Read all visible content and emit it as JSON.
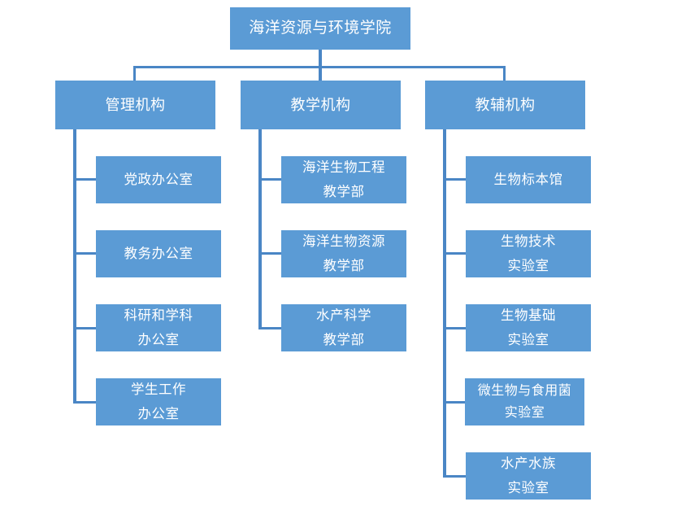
{
  "chart_data": {
    "type": "diagram",
    "diagram_type": "organization-chart",
    "title": "海洋资源与环境学院",
    "colors": {
      "node_fill": "#5B9BD5",
      "node_text": "#FFFFFF",
      "connector": "#4A86C5",
      "background": "#FFFFFF"
    },
    "levels": 3,
    "orientation": "top-down-with-left-spine-children"
  },
  "root": {
    "label": "海洋资源与环境学院",
    "lines": [
      "海洋资源与环境学院"
    ]
  },
  "branches": [
    {
      "label": "管理机构",
      "lines": [
        "管理机构"
      ],
      "children": [
        {
          "label": "党政办公室",
          "lines": [
            "党政办公室"
          ]
        },
        {
          "label": "教务办公室",
          "lines": [
            "教务办公室"
          ]
        },
        {
          "label": "科研和学科办公室",
          "lines": [
            "科研和学科",
            "办公室"
          ]
        },
        {
          "label": "学生工作办公室",
          "lines": [
            "学生工作",
            "办公室"
          ]
        }
      ]
    },
    {
      "label": "教学机构",
      "lines": [
        "教学机构"
      ],
      "children": [
        {
          "label": "海洋生物工程教学部",
          "lines": [
            "海洋生物工程",
            "教学部"
          ]
        },
        {
          "label": "海洋生物资源教学部",
          "lines": [
            "海洋生物资源",
            "教学部"
          ]
        },
        {
          "label": "水产科学教学部",
          "lines": [
            "水产科学",
            "教学部"
          ]
        }
      ]
    },
    {
      "label": "教辅机构",
      "lines": [
        "教辅机构"
      ],
      "children": [
        {
          "label": "生物标本馆",
          "lines": [
            "生物标本馆"
          ]
        },
        {
          "label": "生物技术实验室",
          "lines": [
            "生物技术",
            "实验室"
          ]
        },
        {
          "label": "生物基础实验室",
          "lines": [
            "生物基础",
            "实验室"
          ]
        },
        {
          "label": "微生物与食用菌实验室",
          "lines": [
            "微生物与食用菌",
            "实验室"
          ]
        },
        {
          "label": "水产水族实验室",
          "lines": [
            "水产水族",
            "实验室"
          ]
        }
      ]
    }
  ]
}
